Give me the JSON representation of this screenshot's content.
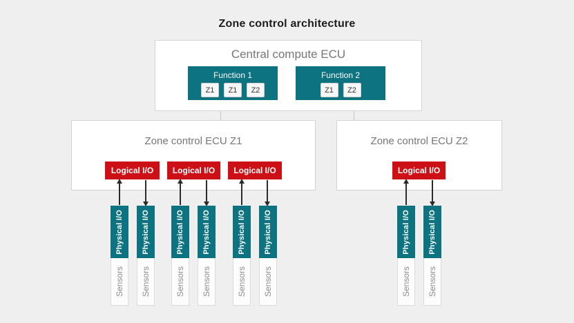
{
  "page": {
    "title": "Zone control architecture"
  },
  "central": {
    "label": "Central compute ECU",
    "functions": [
      {
        "label": "Function 1",
        "zones": [
          "Z1",
          "Z1",
          "Z2"
        ]
      },
      {
        "label": "Function 2",
        "zones": [
          "Z1",
          "Z2"
        ]
      }
    ]
  },
  "zones": [
    {
      "label": "Zone control ECU Z1",
      "logical_io_count": 3
    },
    {
      "label": "Zone control ECU Z2",
      "logical_io_count": 1
    }
  ],
  "labels": {
    "logical_io": "Logical I/O",
    "physical_io": "Physical I/O",
    "sensors": "Sensors"
  },
  "colors": {
    "teal": "#0e7380",
    "red": "#cc1016",
    "background": "#efefef",
    "panel_border": "#d3d3d3",
    "gray_text": "#767676",
    "arrow": "#2a2a2a"
  }
}
